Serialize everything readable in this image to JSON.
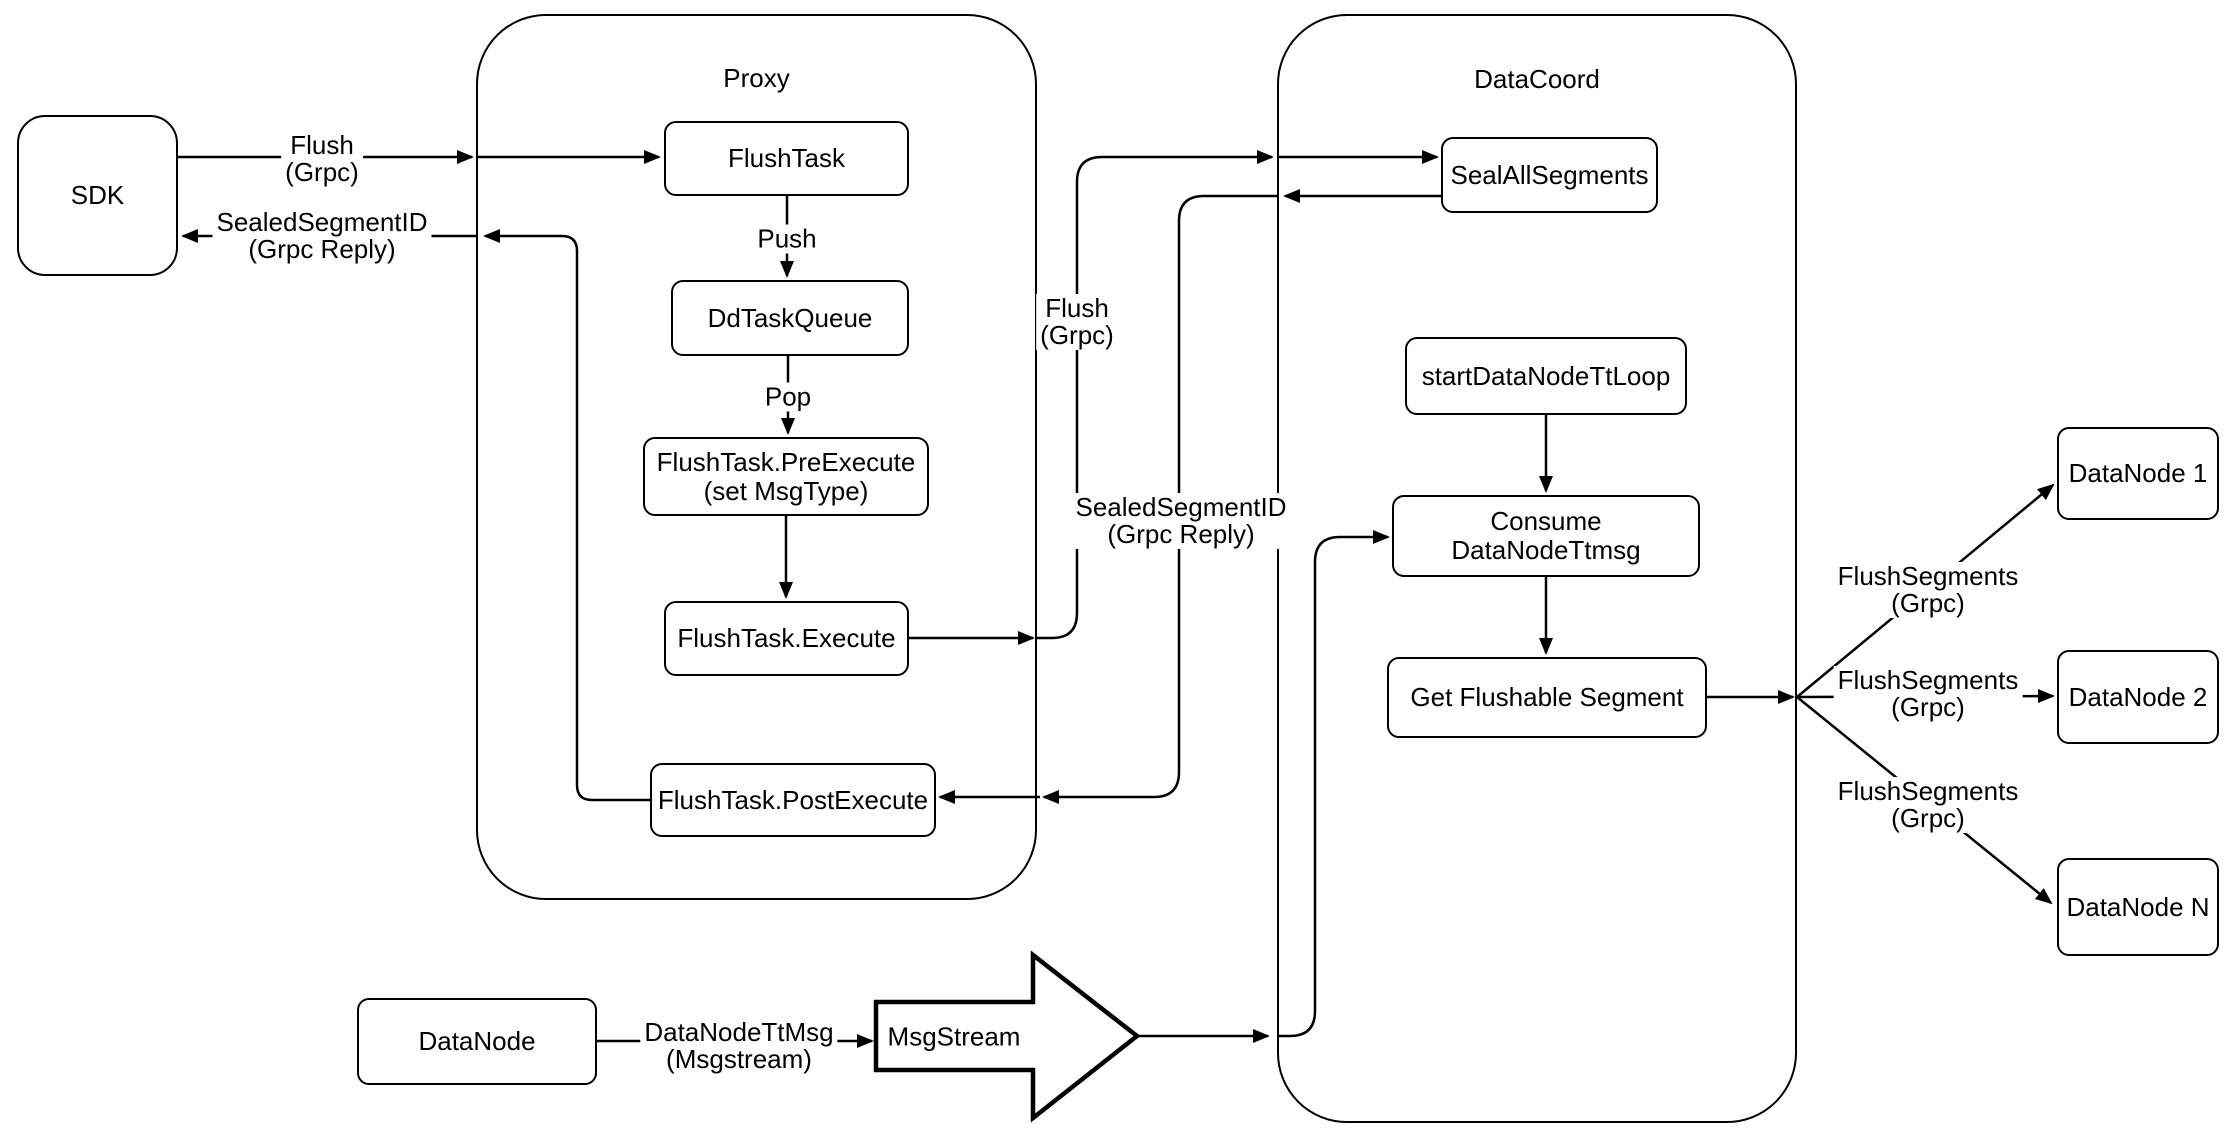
{
  "canvas": {
    "background_color": "#ffffff",
    "stroke_color": "#000000",
    "node_fill_color": "#ffffff"
  },
  "containers": {
    "proxy": "Proxy",
    "datacoord": "DataCoord"
  },
  "nodes": {
    "sdk": "SDK",
    "flush_task": "FlushTask",
    "dd_task_queue": "DdTaskQueue",
    "pre_execute_line1": "FlushTask.PreExecute",
    "pre_execute_line2": "(set MsgType)",
    "execute": "FlushTask.Execute",
    "post_execute": "FlushTask.PostExecute",
    "seal_all_segments": "SealAllSegments",
    "start_datanode_tt_loop": "startDataNodeTtLoop",
    "consume_datanode_ttmsg": "Consume DataNodeTtmsg",
    "get_flushable_segment": "Get Flushable Segment",
    "datanode_1": "DataNode 1",
    "datanode_2": "DataNode 2",
    "datanode_n": "DataNode N",
    "datanode": "DataNode",
    "msgstream": "MsgStream"
  },
  "edge_labels": {
    "flush_grpc_left": {
      "line1": "Flush",
      "line2": "(Grpc)"
    },
    "sealed_reply_left": {
      "line1": "SealedSegmentID",
      "line2": "(Grpc Reply)"
    },
    "push": "Push",
    "pop": "Pop",
    "flush_grpc_mid": {
      "line1": "Flush",
      "line2": "(Grpc)"
    },
    "sealed_reply_mid": {
      "line1": "SealedSegmentID",
      "line2": "(Grpc Reply)"
    },
    "flush_segments_1": {
      "line1": "FlushSegments",
      "line2": "(Grpc)"
    },
    "flush_segments_2": {
      "line1": "FlushSegments",
      "line2": "(Grpc)"
    },
    "flush_segments_3": {
      "line1": "FlushSegments",
      "line2": "(Grpc)"
    },
    "datanode_ttmsg": {
      "line1": "DataNodeTtMsg",
      "line2": "(Msgstream)"
    }
  }
}
